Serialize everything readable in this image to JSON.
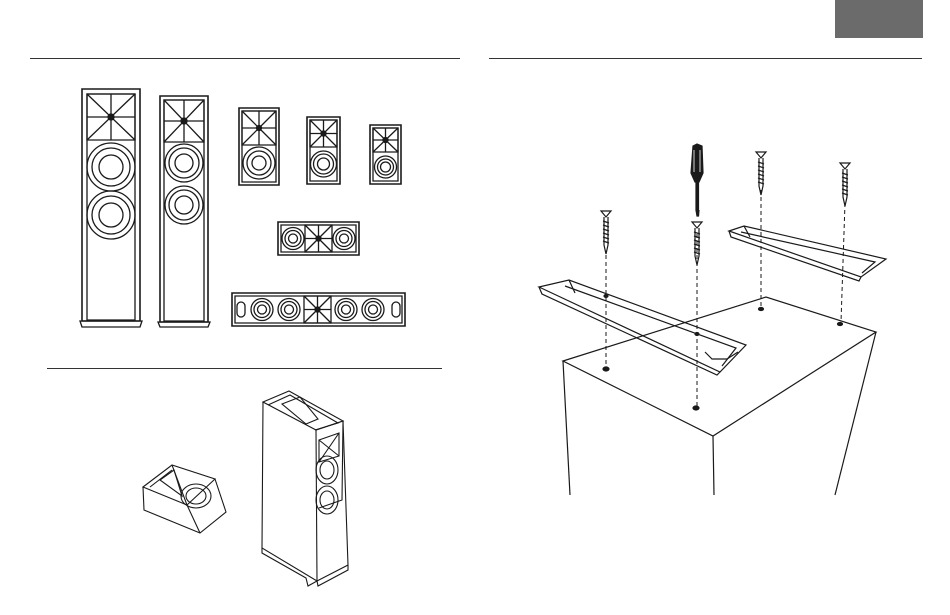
{
  "colors": {
    "tab": "#6b6b6b",
    "line": "#1a1a1a",
    "rule": "#333333",
    "background": "#ffffff"
  },
  "figures": {
    "left_top": [
      "tower-speaker-large",
      "tower-speaker",
      "bookshelf-speaker-large",
      "bookshelf-speaker-medium",
      "bookshelf-speaker-small",
      "center-channel-speaker",
      "soundbar-speaker"
    ],
    "left_bottom": [
      "elevation-module",
      "tower-speaker-with-elevation-module"
    ],
    "right": [
      "screwdriver",
      "mounting-bracket-front",
      "mounting-bracket-rear",
      "screw",
      "speaker-cabinet-top"
    ]
  }
}
